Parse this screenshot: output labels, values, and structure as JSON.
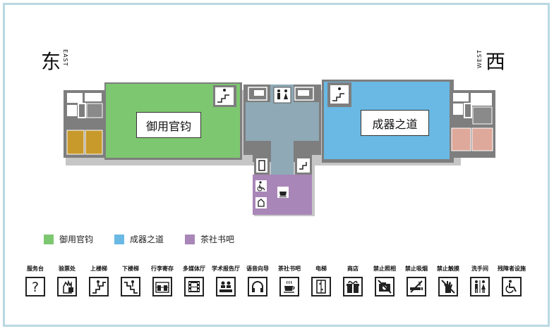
{
  "compass": {
    "east": {
      "cn": "东",
      "en": "EAST"
    },
    "west": {
      "cn": "西",
      "en": "WEST"
    }
  },
  "rooms": {
    "left": "御用官钧",
    "right": "成器之道"
  },
  "legend": [
    {
      "label": "御用官钧",
      "color": "#7ec771"
    },
    {
      "label": "成器之道",
      "color": "#6ab9e4"
    },
    {
      "label": "茶社书吧",
      "color": "#a986b8"
    }
  ],
  "colors": {
    "wall": "#7e7e7e",
    "corridor": "#8fa9b6",
    "gold": "#c89a2c",
    "pink": "#dea89a",
    "frame": "#b9d9e3"
  },
  "icons": [
    {
      "label": "服务台",
      "icon": "question-icon"
    },
    {
      "label": "验票处",
      "icon": "ticket-check-icon"
    },
    {
      "label": "上楼梯",
      "icon": "stairs-up-icon"
    },
    {
      "label": "下楼梯",
      "icon": "stairs-down-icon"
    },
    {
      "label": "行李寄存",
      "icon": "luggage-icon"
    },
    {
      "label": "多媒体厅",
      "icon": "film-icon"
    },
    {
      "label": "学术报告厅",
      "icon": "lecture-hall-icon"
    },
    {
      "label": "语音向导",
      "icon": "headphones-icon"
    },
    {
      "label": "茶社书吧",
      "icon": "tea-cup-icon"
    },
    {
      "label": "电梯",
      "icon": "elevator-icon"
    },
    {
      "label": "商店",
      "icon": "gift-icon"
    },
    {
      "label": "禁止照相",
      "icon": "no-camera-icon"
    },
    {
      "label": "禁止吸烟",
      "icon": "no-smoking-icon"
    },
    {
      "label": "禁止触摸",
      "icon": "no-touch-icon"
    },
    {
      "label": "洗手间",
      "icon": "restroom-icon"
    },
    {
      "label": "残障者设施",
      "icon": "wheelchair-icon"
    }
  ]
}
